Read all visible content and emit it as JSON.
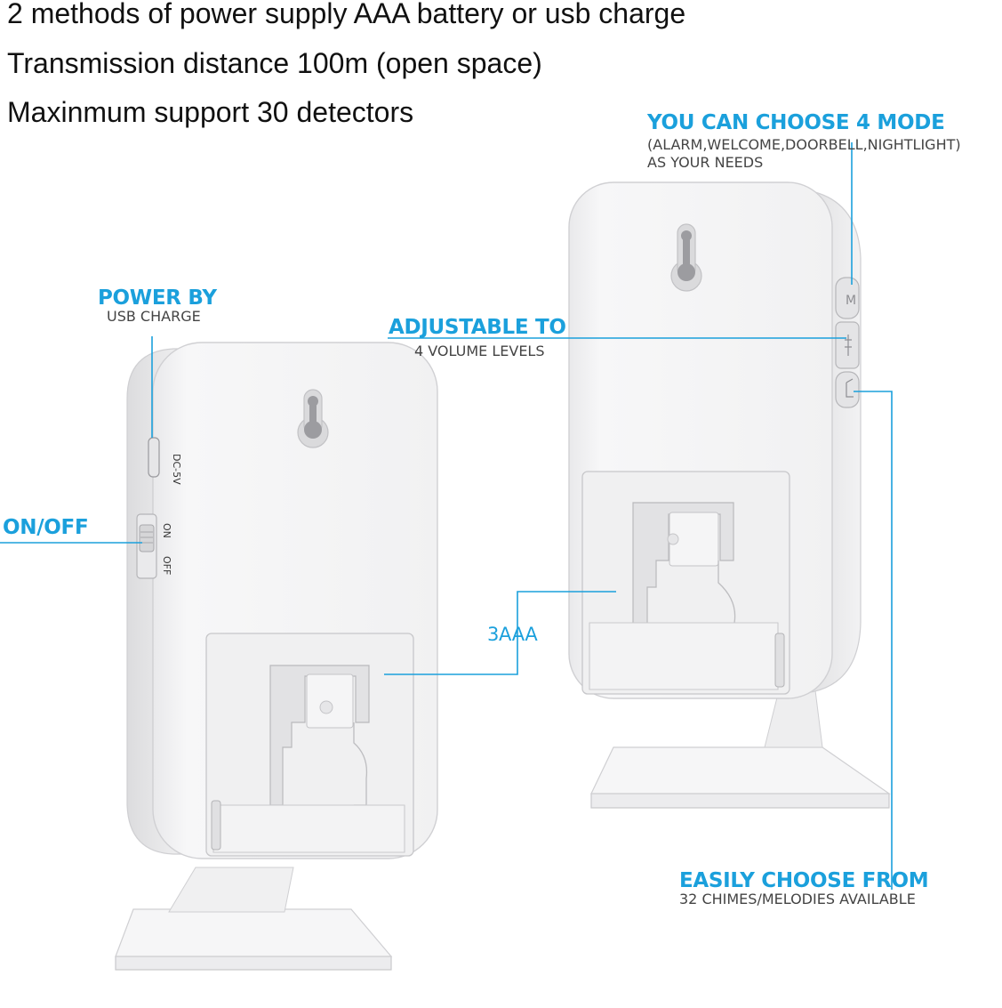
{
  "headlines": [
    "2 methods of power supply AAA battery or usb charge",
    "Transmission distance 100m (open space)",
    "Maxinmum support 30 detectors"
  ],
  "callouts": {
    "power": {
      "title": "POWER BY",
      "sub": "USB CHARGE"
    },
    "onoff": {
      "title": "ON/OFF"
    },
    "volume": {
      "title": "ADJUSTABLE TO",
      "sub": "4 VOLUME LEVELS"
    },
    "mode": {
      "title": "YOU CAN CHOOSE 4 MODE",
      "sub1": "(ALARM,WELCOME,DOORBELL,NIGHTLIGHT)",
      "sub2": "AS YOUR NEEDS"
    },
    "battery": {
      "title": "3AAA"
    },
    "chimes": {
      "title": "EASILY CHOOSE FROM",
      "sub": "32 CHIMES/MELODIES AVAILABLE"
    }
  },
  "device_labels": {
    "dc_port": "DC-5V",
    "switch_on": "ON",
    "switch_off": "OFF",
    "button_mode": "M"
  },
  "colors": {
    "accent": "#1ba0dc",
    "device_body": "#f4f4f5",
    "device_shadow": "#d9d9db",
    "text_dark": "#111111"
  }
}
